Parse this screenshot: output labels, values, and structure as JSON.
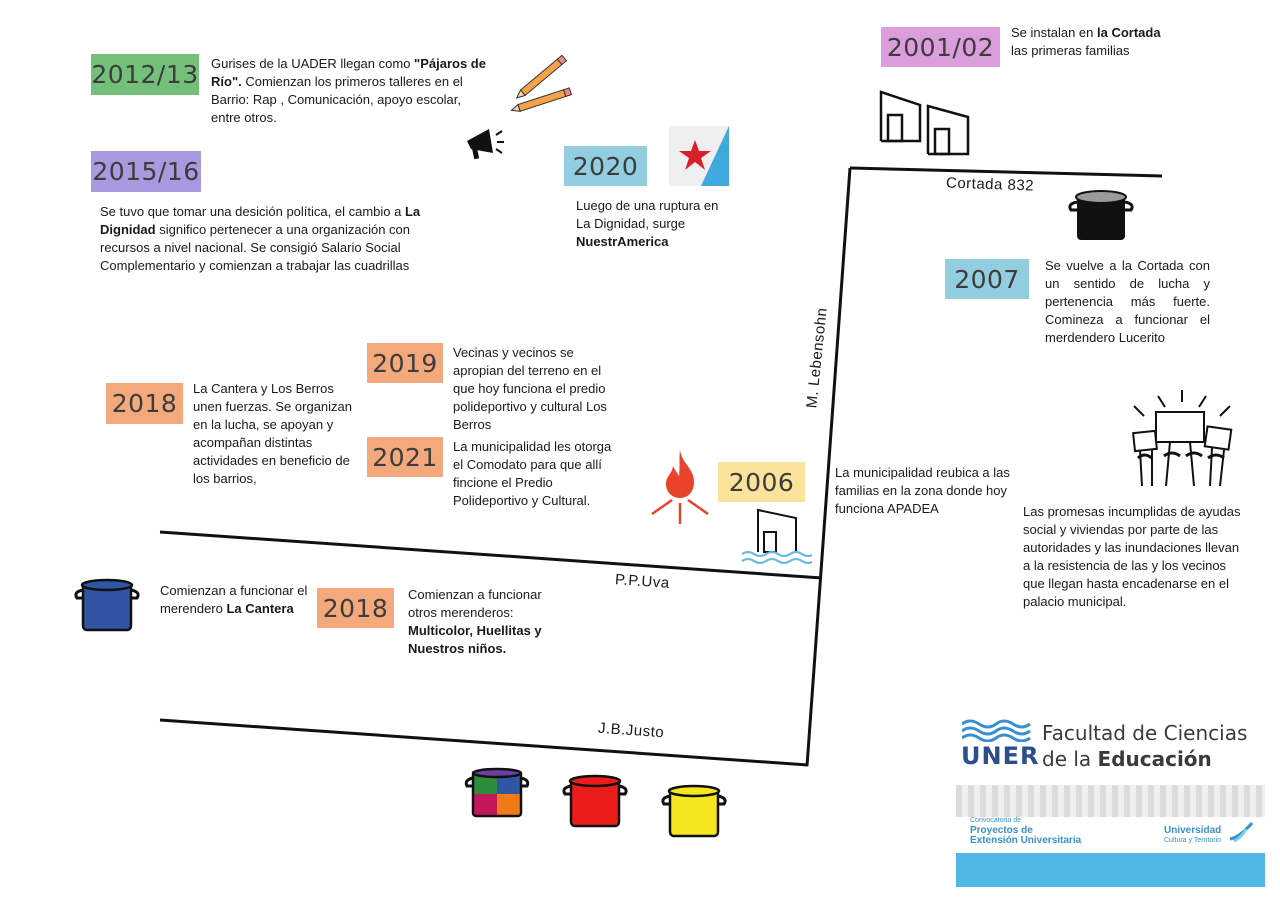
{
  "colors": {
    "green": "#74c07a",
    "purple": "#a99ae0",
    "pink": "#db9ddb",
    "blue": "#92cde0",
    "orange": "#f4a97d",
    "yellow": "#fce39c"
  },
  "events": {
    "e2012": {
      "year": "2012/13",
      "t1": "Gurises de la UADER llegan como ",
      "b1": "\"Pájaros de Río\".",
      "t2": " Comienzan los primeros talleres en el Barrio: Rap , Comunicación, apoyo escolar, entre otros."
    },
    "e2015": {
      "year": "2015/16",
      "t1": "Se tuvo que tomar una desición política, el cambio a ",
      "b1": "La Dignidad",
      "t2": " significo pertenecer a una organización con recursos a nivel nacional. Se consigió Salario Social Complementario y comienzan a trabajar las cuadrillas"
    },
    "e2001": {
      "year": "2001/02",
      "t1": "Se instalan en ",
      "b1": "la Cortada",
      "t2": " las primeras familias"
    },
    "e2020": {
      "year": "2020",
      "t1": "Luego de una ruptura en La Dignidad, surge ",
      "b1": "NuestrAmerica"
    },
    "e2007": {
      "year": "2007",
      "text": "Se vuelve a la Cortada con un sentido de lucha y pertenencia más fuerte. Comineza a funcionar el merdendero Lucerito"
    },
    "e2019": {
      "year": "2019",
      "text": "Vecinas y vecinos se apropian del terreno en el que hoy funciona el predio polideportivo y cultural Los Berros"
    },
    "e2021": {
      "year": "2021",
      "text": "La municipalidad les otorga el Comodato para que allí fincione el Predio Polideportivo y Cultural."
    },
    "e2018a": {
      "year": "2018",
      "text": "La Cantera y Los Berros unen fuerzas. Se organizan en la lucha, se apoyan y acompañan distintas actividades en beneficio de los barrios,"
    },
    "e2006": {
      "year": "2006",
      "text": "La municipalidad reubica a las familias en la zona donde hoy funciona APADEA"
    },
    "protest": {
      "text": "Las promesas incumplidas de ayudas social y viviendas por parte de las autoridades y las inundaciones llevan a la resistencia de las y los vecinos que llegan hasta encadenarse en el palacio municipal."
    },
    "cantera": {
      "t1": "Comienzan a funcionar el  merendero ",
      "b1": "La Cantera"
    },
    "e2018b": {
      "year": "2018",
      "t1": "Comienzan a funcionar otros merenderos: ",
      "b1": "Multicolor, Huellitas y Nuestros niños."
    }
  },
  "streets": {
    "cortada": "Cortada 832",
    "lebensohn": "M. Lebensohn",
    "ppuva": "P.P.Uva",
    "jbjusto": "J.B.Justo"
  },
  "icons": [
    "pencils-icon",
    "megaphone-icon",
    "flag-icon",
    "houses-icon",
    "pot-icon",
    "fire-icon",
    "flooded-house-icon",
    "protest-icon"
  ],
  "logos": {
    "uner": "UNER",
    "facultad1": "Facultad de Ciencias",
    "facultad2a": "de la ",
    "facultad2b": "Educación",
    "conv": "Convocatoria de",
    "proy1": "Proyectos de",
    "proy2": "Extensión Universitaria",
    "univ1": "Universidad",
    "univ2": "Cultura y Territorio"
  }
}
